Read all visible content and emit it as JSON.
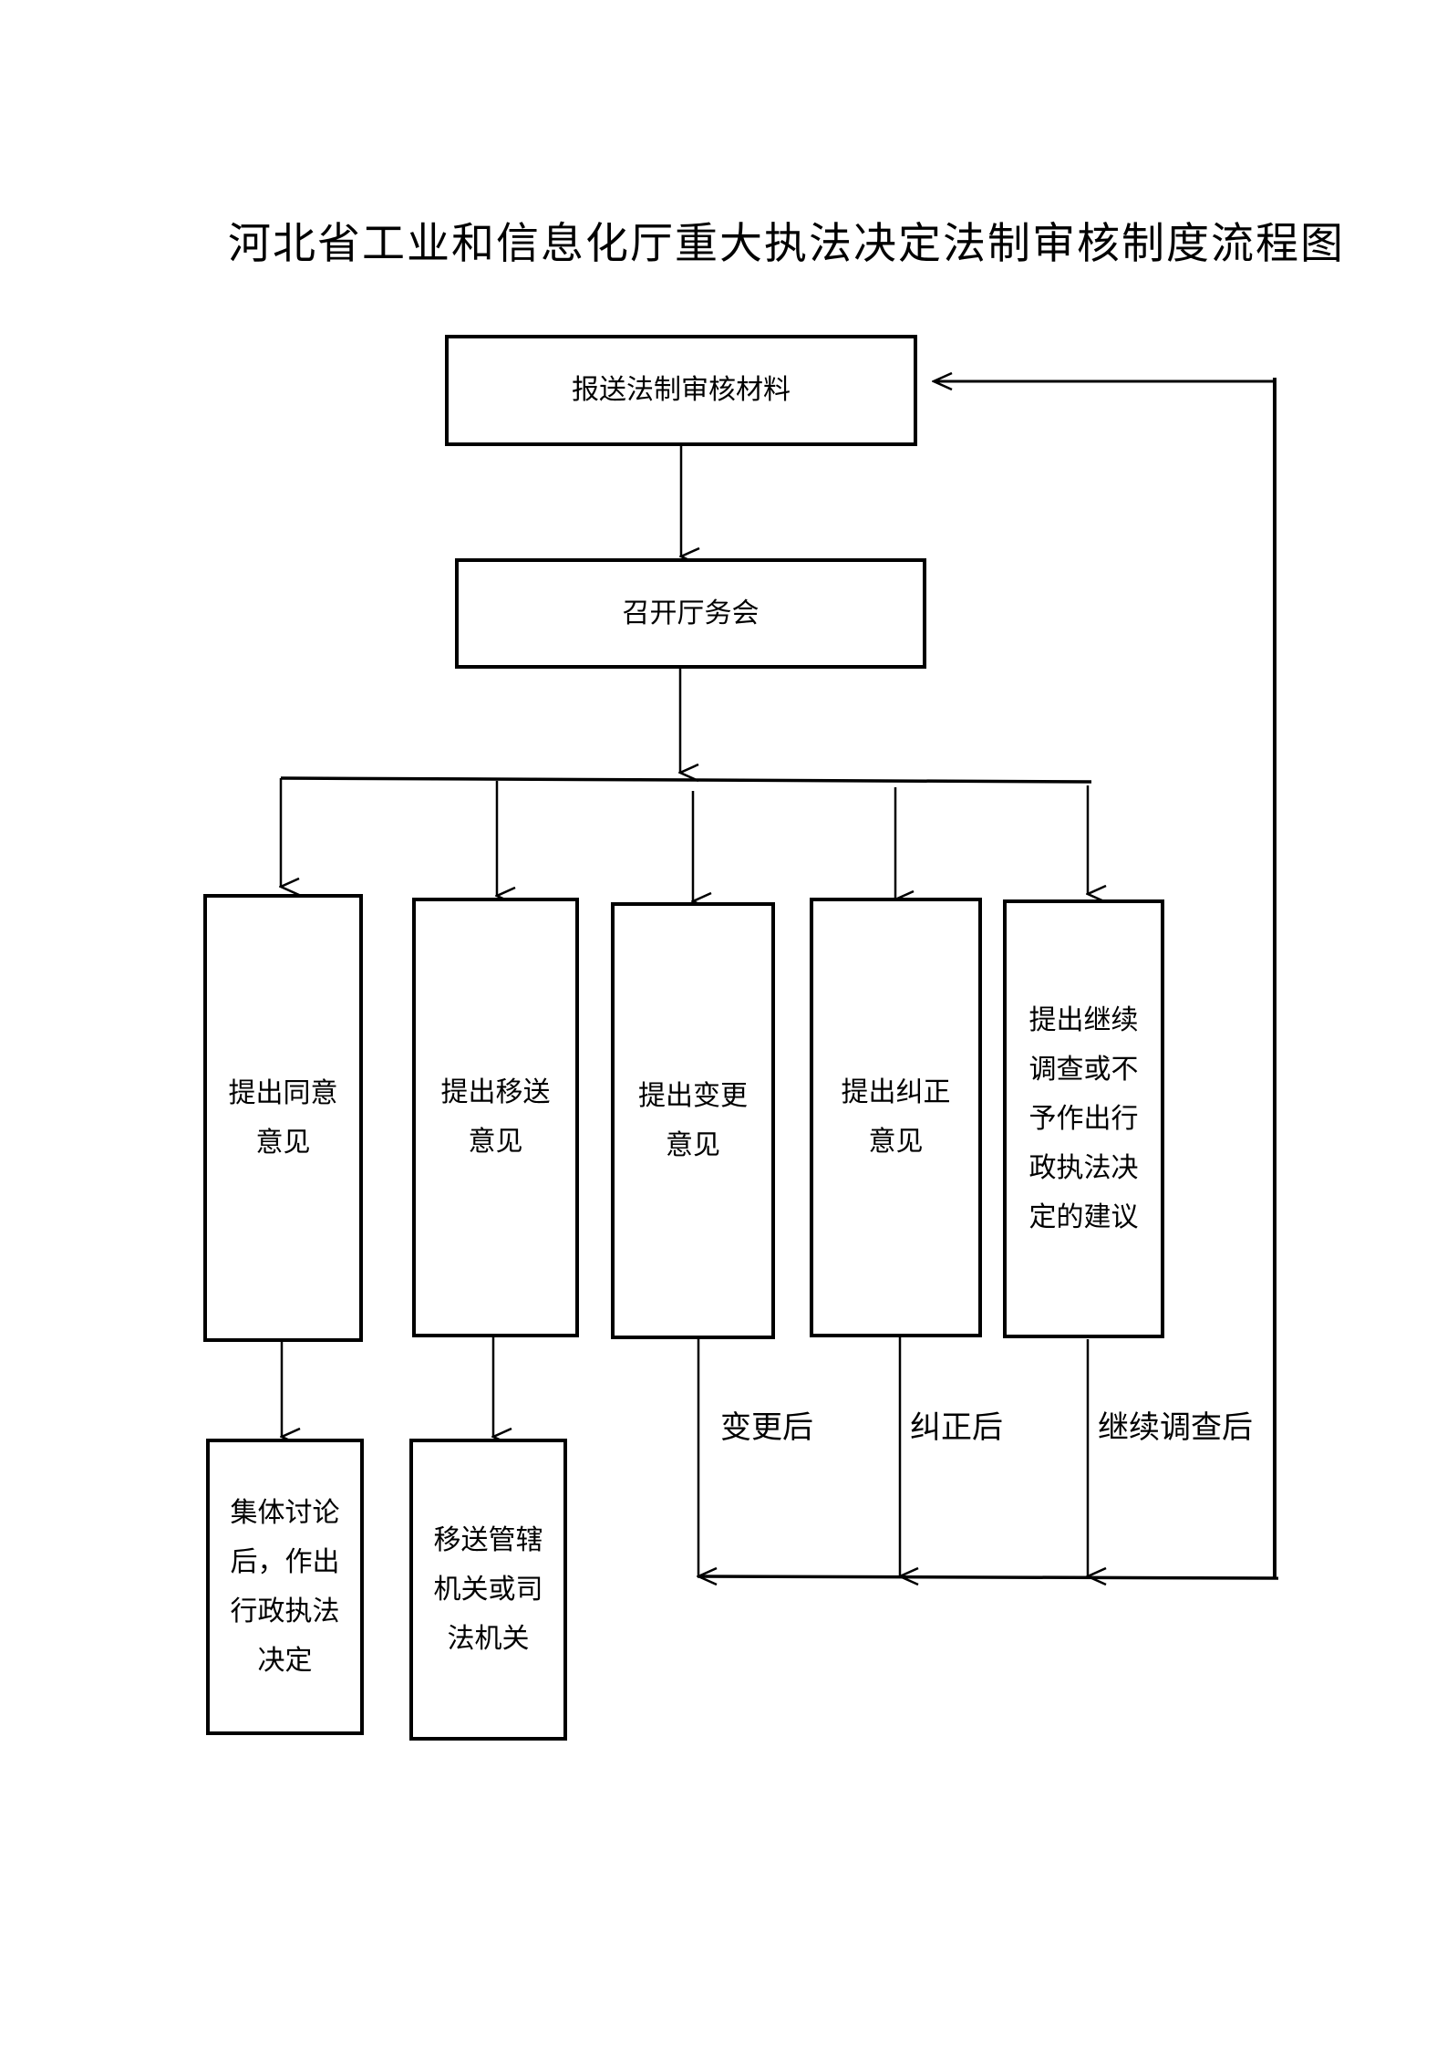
{
  "title": "河北省工业和信息化厅重大执法决定法制审核制度流程图",
  "nodes": {
    "submit": "报送法制审核材料",
    "meeting": "召开厅务会",
    "agree": "提出同意意见",
    "transfer": "提出移送意见",
    "change": "提出变更意见",
    "correct": "提出纠正意见",
    "continue": "提出继续调查或不予作出行政执法决定的建议",
    "decide": "集体讨论后，作出行政执法决定",
    "send": "移送管辖机关或司法机关"
  },
  "edge_labels": {
    "after_change": "变更后",
    "after_correct": "纠正后",
    "after_continue": "继续调查后"
  }
}
